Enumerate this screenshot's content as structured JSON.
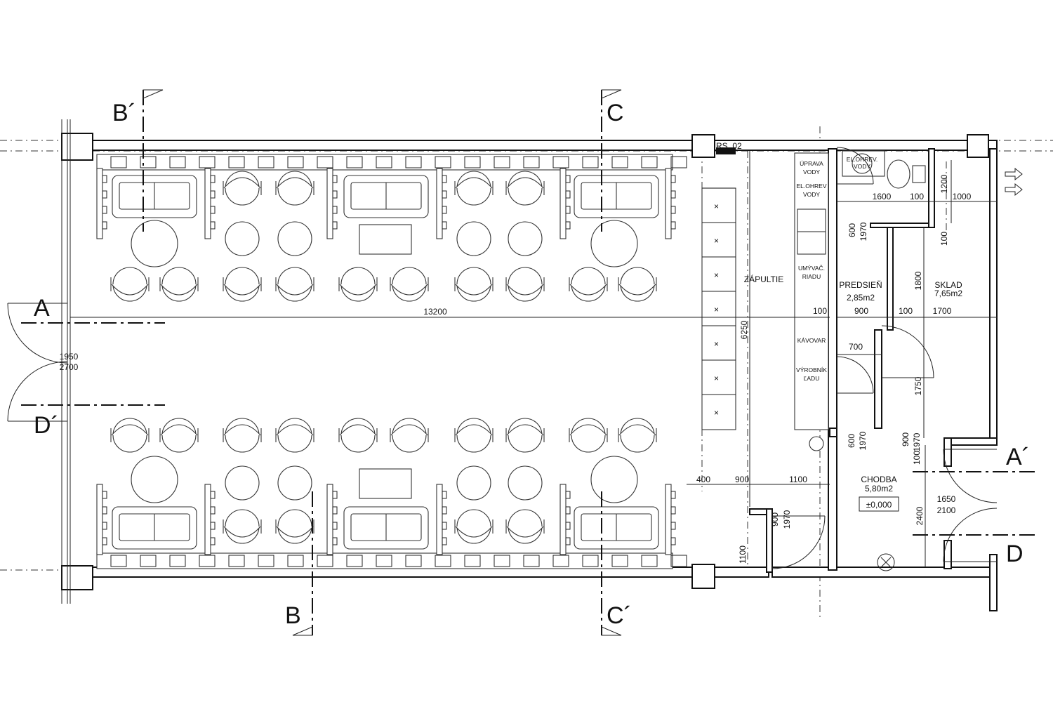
{
  "section_markers": [
    {
      "id": "b-prime",
      "label": "B´"
    },
    {
      "id": "c",
      "label": "C"
    },
    {
      "id": "a",
      "label": "A"
    },
    {
      "id": "d-prime",
      "label": "D´"
    },
    {
      "id": "b",
      "label": "B"
    },
    {
      "id": "c-prime",
      "label": "C´"
    },
    {
      "id": "a-prime",
      "label": "A´"
    },
    {
      "id": "d",
      "label": "D"
    }
  ],
  "rooms": [
    {
      "id": "zapultie",
      "name": "ZÁPULTIE",
      "area": ""
    },
    {
      "id": "predsien",
      "name": "PREDSIEŇ",
      "area": "2,85m2"
    },
    {
      "id": "sklad",
      "name": "SKLAD",
      "area": "7,65m2"
    },
    {
      "id": "chodba",
      "name": "CHODBA",
      "area": "5,80m2"
    }
  ],
  "floor_level": "±0,000",
  "counter_labels": [
    {
      "id": "uprava-vody",
      "lines": [
        "ÚPRAVA",
        "VODY"
      ]
    },
    {
      "id": "el-ohrev-vody",
      "lines": [
        "EL.OHREV",
        "VODY"
      ]
    },
    {
      "id": "umyvac-riadu",
      "lines": [
        "UMÝVAČ.",
        "RIADU"
      ]
    },
    {
      "id": "kavovar",
      "lines": [
        "KÁVOVAR"
      ]
    },
    {
      "id": "vyrobnik-ladu",
      "lines": [
        "VÝROBNÍK",
        "ĽADU"
      ]
    }
  ],
  "heater_label": [
    "EL.OHREV.",
    "VODY"
  ],
  "tag_rs02": "RS_02",
  "dimensions": [
    {
      "id": "d13200",
      "text": "13200"
    },
    {
      "id": "d6250",
      "text": "6250"
    },
    {
      "id": "d1950",
      "text": "1950"
    },
    {
      "id": "d2700",
      "text": "2700"
    },
    {
      "id": "d1600",
      "text": "1600"
    },
    {
      "id": "d100a",
      "text": "100"
    },
    {
      "id": "d1000",
      "text": "1000"
    },
    {
      "id": "d1200",
      "text": "1200"
    },
    {
      "id": "d600a",
      "text": "600"
    },
    {
      "id": "d1970a",
      "text": "1970"
    },
    {
      "id": "d100b",
      "text": "100"
    },
    {
      "id": "d1800",
      "text": "1800"
    },
    {
      "id": "d100c",
      "text": "100"
    },
    {
      "id": "d900a",
      "text": "900"
    },
    {
      "id": "d100d",
      "text": "100"
    },
    {
      "id": "d1700",
      "text": "1700"
    },
    {
      "id": "d700",
      "text": "700"
    },
    {
      "id": "d1750",
      "text": "1750"
    },
    {
      "id": "d600b",
      "text": "600"
    },
    {
      "id": "d1970b",
      "text": "1970"
    },
    {
      "id": "d900b",
      "text": "900"
    },
    {
      "id": "d1970c",
      "text": "1970"
    },
    {
      "id": "d100e",
      "text": "100"
    },
    {
      "id": "d400",
      "text": "400"
    },
    {
      "id": "d900c",
      "text": "900"
    },
    {
      "id": "d1100a",
      "text": "1100"
    },
    {
      "id": "d900d",
      "text": "900"
    },
    {
      "id": "d1970d",
      "text": "1970"
    },
    {
      "id": "d1100b",
      "text": "1100"
    },
    {
      "id": "d2400",
      "text": "2400"
    },
    {
      "id": "d1650",
      "text": "1650"
    },
    {
      "id": "d2100",
      "text": "2100"
    }
  ],
  "icons": [
    "sofa-icon",
    "round-table-icon",
    "armchair-icon",
    "rect-table-icon",
    "door-swing-icon",
    "exit-arrow-icon",
    "toilet-icon",
    "sink-icon",
    "floor-drain-icon"
  ]
}
